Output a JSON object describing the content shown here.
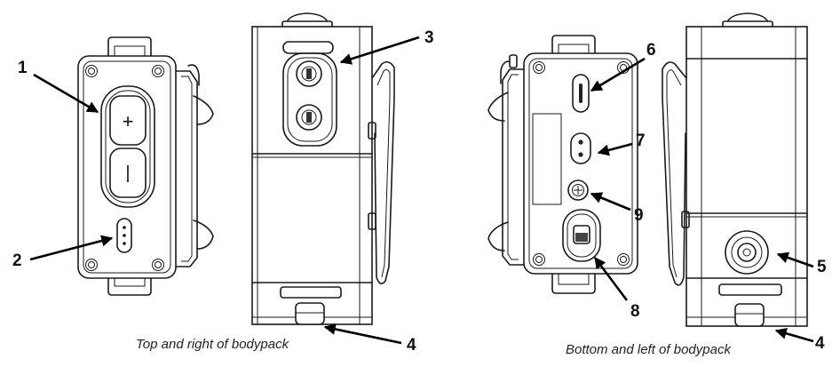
{
  "captions": {
    "left": "Top and right of bodypack",
    "right": "Bottom and left of bodypack"
  },
  "callouts": [
    "1",
    "2",
    "3",
    "4",
    "4",
    "5",
    "6",
    "7",
    "8",
    "9"
  ],
  "button_symbols": {
    "up": "+",
    "down": "|"
  }
}
